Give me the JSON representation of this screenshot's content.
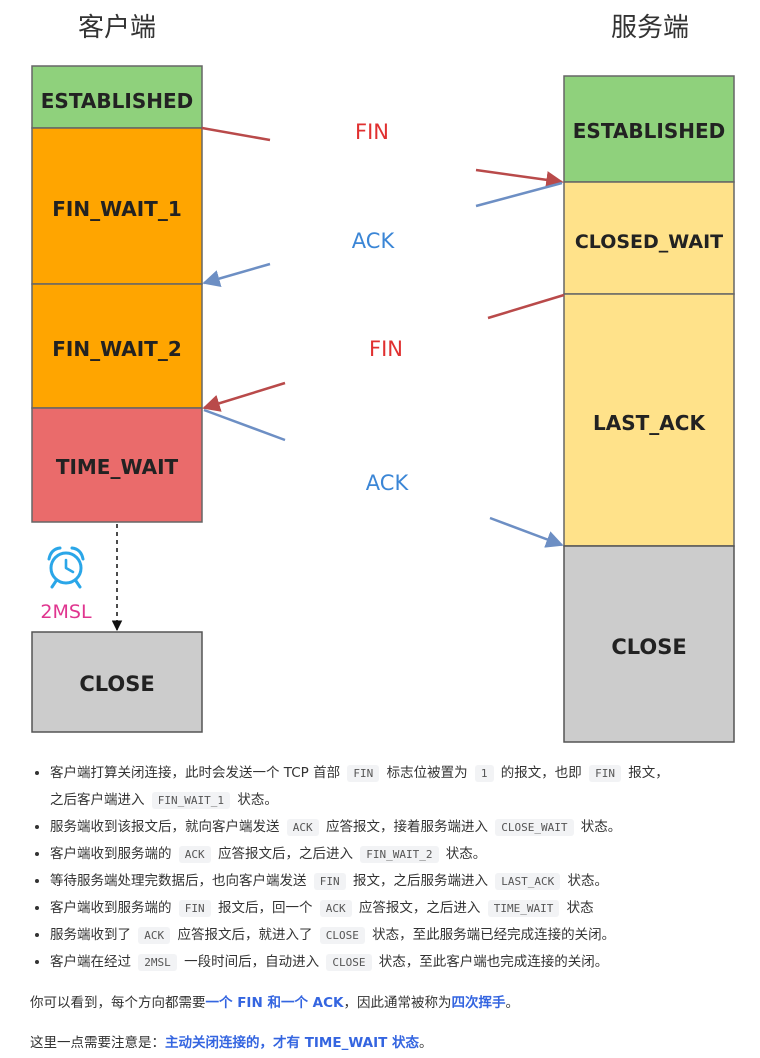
{
  "diagram": {
    "client_title": "客户端",
    "server_title": "服务端",
    "client_states": [
      "ESTABLISHED",
      "FIN_WAIT_1",
      "FIN_WAIT_2",
      "TIME_WAIT",
      "CLOSE"
    ],
    "server_states": [
      "ESTABLISHED",
      "CLOSED_WAIT",
      "LAST_ACK",
      "CLOSE"
    ],
    "messages": [
      "FIN",
      "ACK",
      "FIN",
      "ACK"
    ],
    "timer_label": "2MSL",
    "colors": {
      "established": "#8fd17c",
      "fin_wait": "#ffa500",
      "time_wait": "#ea6b6b",
      "server_wait": "#ffe28a",
      "close": "#cccccc",
      "fin_text": "#e03030",
      "ack_text": "#3b86d6",
      "fin_arrow": "#b94a4a",
      "ack_arrow": "#6d8fc4",
      "timer": "#2aa6e8",
      "timer_label": "#e0358f"
    },
    "icons": {
      "timer": "alarm-clock-icon"
    }
  },
  "notes": {
    "items": [
      [
        {
          "t": "客户端打算关闭连接，此时会发送一个 TCP 首部 "
        },
        {
          "c": "FIN"
        },
        {
          "t": " 标志位被置为 "
        },
        {
          "c": "1"
        },
        {
          "t": " 的报文，也即 "
        },
        {
          "c": "FIN"
        },
        {
          "t": " 报文，"
        },
        {
          "br": true
        },
        {
          "t": "之后客户端进入 "
        },
        {
          "c": "FIN_WAIT_1"
        },
        {
          "t": " 状态。"
        }
      ],
      [
        {
          "t": "服务端收到该报文后，就向客户端发送 "
        },
        {
          "c": "ACK"
        },
        {
          "t": " 应答报文，接着服务端进入 "
        },
        {
          "c": "CLOSE_WAIT"
        },
        {
          "t": " 状态。"
        }
      ],
      [
        {
          "t": "客户端收到服务端的 "
        },
        {
          "c": "ACK"
        },
        {
          "t": " 应答报文后，之后进入 "
        },
        {
          "c": "FIN_WAIT_2"
        },
        {
          "t": " 状态。"
        }
      ],
      [
        {
          "t": "等待服务端处理完数据后，也向客户端发送 "
        },
        {
          "c": "FIN"
        },
        {
          "t": " 报文，之后服务端进入 "
        },
        {
          "c": "LAST_ACK"
        },
        {
          "t": " 状态。"
        }
      ],
      [
        {
          "t": "客户端收到服务端的 "
        },
        {
          "c": "FIN"
        },
        {
          "t": " 报文后，回一个 "
        },
        {
          "c": "ACK"
        },
        {
          "t": " 应答报文，之后进入 "
        },
        {
          "c": "TIME_WAIT"
        },
        {
          "t": " 状态"
        }
      ],
      [
        {
          "t": "服务端收到了 "
        },
        {
          "c": "ACK"
        },
        {
          "t": " 应答报文后，就进入了 "
        },
        {
          "c": "CLOSE"
        },
        {
          "t": " 状态，至此服务端已经完成连接的关闭。"
        }
      ],
      [
        {
          "t": "客户端在经过 "
        },
        {
          "c": "2MSL"
        },
        {
          "t": " 一段时间后，自动进入 "
        },
        {
          "c": "CLOSE"
        },
        {
          "t": " 状态，至此客户端也完成连接的关闭。"
        }
      ]
    ],
    "para1": [
      {
        "t": "你可以看到，每个方向都需要"
      },
      {
        "h": "一个 FIN 和一个 ACK"
      },
      {
        "t": "，因此通常被称为"
      },
      {
        "h": "四次挥手"
      },
      {
        "t": "。"
      }
    ],
    "para2": [
      {
        "t": "这里一点需要注意是："
      },
      {
        "h": "主动关闭连接的，才有 TIME_WAIT 状态"
      },
      {
        "t": "。"
      }
    ]
  }
}
